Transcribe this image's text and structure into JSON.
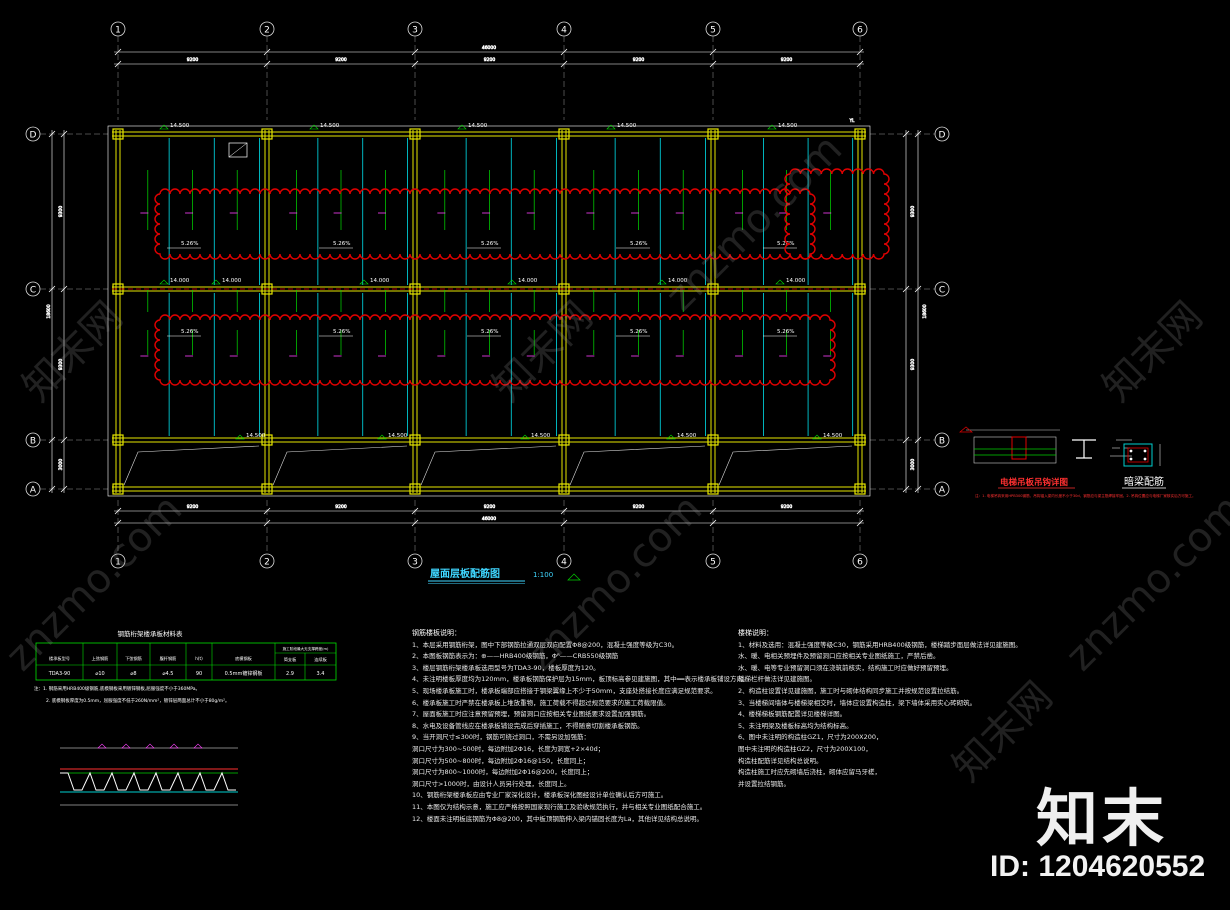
{
  "grid": {
    "columns": [
      "1",
      "2",
      "3",
      "4",
      "5",
      "6"
    ],
    "rows": [
      "D",
      "C",
      "B",
      "A"
    ],
    "span_dims": [
      "9200",
      "9200",
      "9200",
      "9200",
      "9200"
    ],
    "total_dim": "46000",
    "left_dims": [
      "9300",
      "9300",
      "3000"
    ],
    "left_total": "18600",
    "right_dims": [
      "9300",
      "9300",
      "3000"
    ],
    "right_total": "18600",
    "right_corner_note": "YL"
  },
  "levels": {
    "top": [
      "14.500",
      "14.500",
      "14.500",
      "14.500",
      "14.500"
    ],
    "middle": [
      "14.000",
      "14.000",
      "14.000",
      "14.000",
      "14.000",
      "14.000"
    ],
    "bottom": [
      "14.500",
      "14.500",
      "14.500",
      "14.500",
      "14.500"
    ]
  },
  "slopes": [
    "5.26%",
    "5.26%",
    "5.26%",
    "5.26%",
    "5.26%",
    "5.26%",
    "5.26%",
    "5.26%",
    "5.26%",
    "5.26%"
  ],
  "plan": {
    "title": "屋面层板配筋图",
    "scale": "1:100"
  },
  "elevator_detail": {
    "title": "电梯吊板吊钩详图",
    "note": "注：1. 电梯吊钩采用HPB300钢筋，吊钩锚入梁内长度不小于30d，钢筋应与梁主筋焊接牢固。2. 吊钩位置应与电梯厂家核实后方可施工。"
  },
  "hidden_beam": {
    "title": "暗梁配筋"
  },
  "deck_table": {
    "title": "钢筋桁架楼承板材料表",
    "headers": [
      "楼承板型号",
      "上弦钢筋",
      "下弦钢筋",
      "腹杆钢筋",
      "h(t)",
      "底模钢板",
      "施工阶段最大无支撑跨度(m)"
    ],
    "sub_headers": [
      "简支板",
      "连续板"
    ],
    "row": [
      "TDA3-90",
      "⌀10",
      "⌀8",
      "⌀4.5",
      "90",
      "0.5mm镀锌钢板",
      "2.9",
      "3.4"
    ],
    "notes": [
      "注：1. 钢筋采用HRB400级钢筋,底模钢板采用镀锌钢板,屈服强度不小于360MPa。",
      "2. 底模钢板厚度为0.5mm，屈服强度不低于260N/mm²，镀锌层两面总计不小于80g/m²。"
    ]
  },
  "design_notes": {
    "title": "钢筋楼板说明：",
    "items": [
      "1、本层采用钢筋桁架，图中下部钢筋拉通双层双向配置Φ8@200，混凝土强度等级为C30。",
      "2、本图板钢筋表示为：⊕——HRB400级钢筋，Φᴿ——CRB550级钢筋",
      "3、楼层钢筋桁架楼承板选用型号为TDA3-90，楼板厚度为120。",
      "4、未注明楼板厚度均为120mm，楼承板钢筋保护层为15mm，板顶标高参见建施图，其中══表示楼承板铺设方向。",
      "5、现场楼承板施工时，楼承板端部应搭接于钢梁翼缘上不少于50mm，支座处搭接长度应满足规范要求。",
      "6、楼承板施工时严禁在楼承板上堆放重物，施工荷载不得超过规范要求的施工荷载限值。",
      "7、屋面板施工时应注意预留预埋，预留洞口应按相关专业图纸要求设置加强钢筋。",
      "8、水电及设备管线应在楼承板铺设完成后穿插施工，不得随意切割楼承板钢筋。",
      "9、当开洞尺寸≤300时，钢筋可绕过洞口，不需另设加强筋：",
      "   洞口尺寸为300~500时，每边附加2Φ16，长度为洞宽+2×40d；",
      "   洞口尺寸为500~800时，每边附加2Φ16@150，长度同上；",
      "   洞口尺寸为800~1000时，每边附加2Φ16@200，长度同上；",
      "   洞口尺寸>1000时，由设计人员另行处理，长度同上。",
      "10、钢筋桁架楼承板应由专业厂家深化设计，楼承板深化图经设计单位确认后方可施工。",
      "11、本图仅为结构示意，施工应严格按照国家现行施工及验收规范执行，并与相关专业图纸配合施工。",
      "12、楼面未注明板底钢筋为Φ8@200，其中板顶钢筋伸入梁内锚固长度为La，其他详见结构总说明。"
    ]
  },
  "construction_notes": {
    "title": "楼梯说明：",
    "items": [
      "1、材料及选用：混凝土强度等级C30，钢筋采用HRB400级钢筋，楼梯踏步面层做法详见建施图。",
      "   水、暖、电相关预埋件及预留洞口应按相关专业图纸施工，严禁后凿。",
      "   水、暖、电等专业预留洞口须在浇筑前核实，结构施工时应做好预留预埋。",
      "   楼梯栏杆做法详见建施图。",
      "2、构造柱设置详见建施图，施工时与砌体结构同步施工并按规范设置拉结筋。",
      "3、当楼梯间墙体与楼梯梁相交时，墙体应设置构造柱，梁下墙体采用实心砖砌筑。",
      "4、楼梯梯板钢筋配置详见楼梯详图。",
      "5、未注明梁及楼板标高均为结构标高。",
      "6、图中未注明的构造柱GZ1，尺寸为200X200，",
      "   图中未注明的构造柱GZ2，尺寸为200X100，",
      "   构造柱配筋详见结构总说明。",
      "   构造柱施工时应先砌墙后浇柱，砌体应留马牙槎，",
      "   并设置拉结钢筋。"
    ]
  },
  "branding": {
    "name": "知末",
    "id": "ID: 1204620552",
    "watermark": "znzmo.com",
    "watermark_cn": "知末网"
  },
  "colors": {
    "background": "#000000",
    "beam": "#e6e600",
    "truss": "#00c8d2",
    "cloud": "#e00000",
    "dimension": "#ffffff",
    "grid": "#cccccc",
    "rebar": "#00e000",
    "magenta": "#ff40ff"
  }
}
